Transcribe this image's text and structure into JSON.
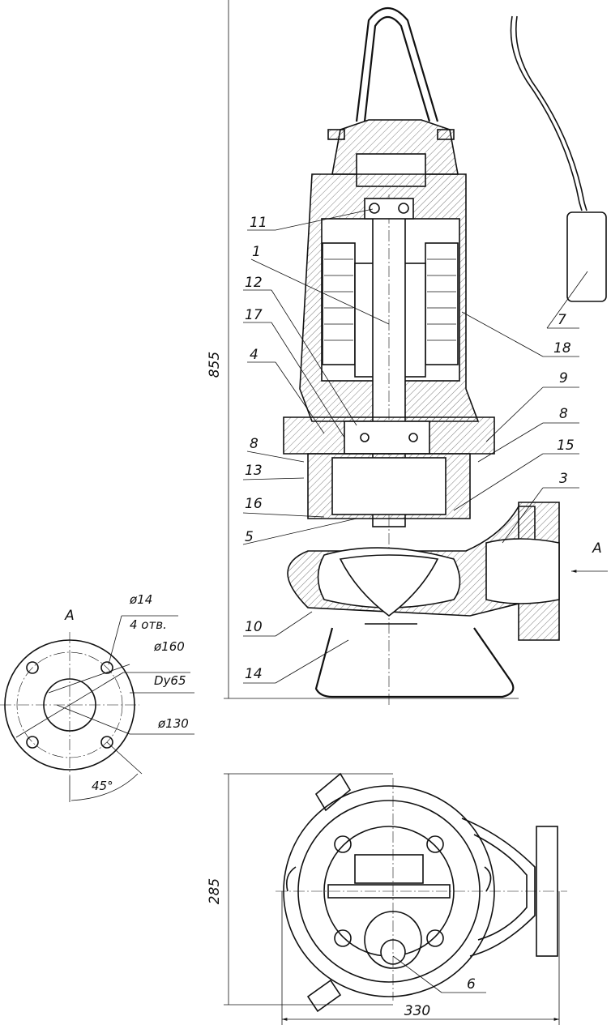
{
  "dimensions": {
    "height_total": "855",
    "height_plan": "285",
    "width_plan": "330"
  },
  "view_label": "A",
  "flange": {
    "hole_dia": "ø14",
    "hole_count": "4 отв.",
    "outer_dia": "ø160",
    "nominal": "Dy65",
    "bolt_circle": "ø130",
    "angle": "45°"
  },
  "parts": [
    "1",
    "3",
    "4",
    "5",
    "6",
    "7",
    "8",
    "8",
    "9",
    "10",
    "11",
    "12",
    "13",
    "14",
    "15",
    "16",
    "17",
    "18"
  ]
}
